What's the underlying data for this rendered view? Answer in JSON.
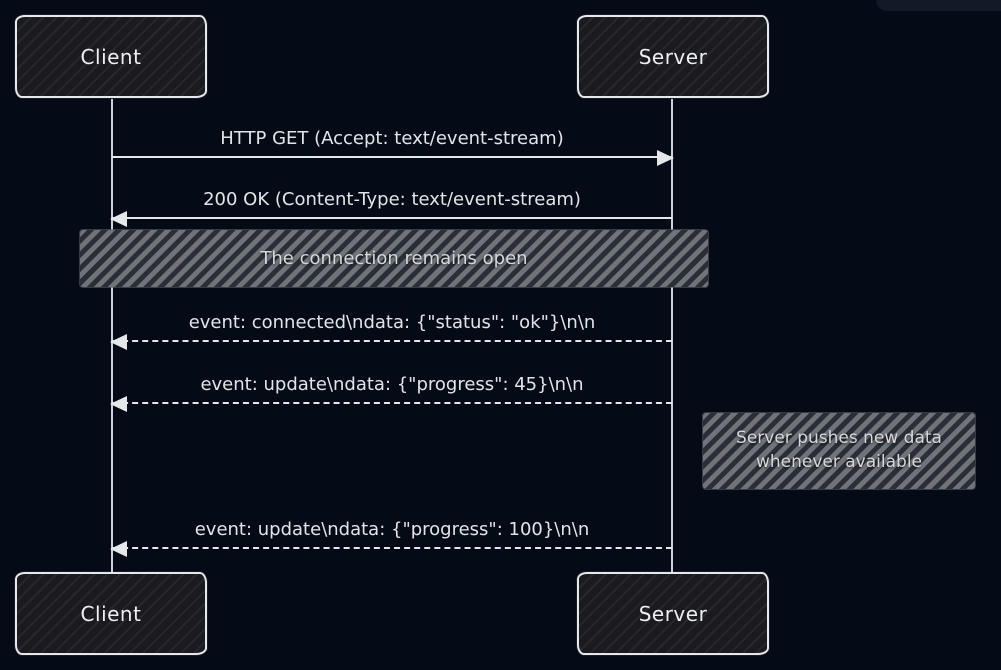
{
  "diagram": {
    "type": "sequence-diagram",
    "participants": {
      "client": "Client",
      "server": "Server"
    },
    "messages": [
      {
        "label": "HTTP GET (Accept: text/event-stream)",
        "from": "client",
        "to": "server",
        "style": "solid"
      },
      {
        "label": "200 OK (Content-Type: text/event-stream)",
        "from": "server",
        "to": "client",
        "style": "solid"
      },
      {
        "label": "event: connected\\ndata: {\"status\": \"ok\"}\\n\\n",
        "from": "server",
        "to": "client",
        "style": "dashed"
      },
      {
        "label": "event: update\\ndata: {\"progress\": 45}\\n\\n",
        "from": "server",
        "to": "client",
        "style": "dashed"
      },
      {
        "label": "event: update\\ndata: {\"progress\": 100}\\n\\n",
        "from": "server",
        "to": "client",
        "style": "dashed"
      }
    ],
    "notes": [
      {
        "text": "The connection remains open",
        "position": "over-both"
      },
      {
        "text": "Server pushes new data whenever available",
        "position": "right-of-server"
      }
    ],
    "colors": {
      "background": "#050b16",
      "actor_fill": "#1b1b1f",
      "actor_border": "#e7e8ec",
      "line": "#e6e7eb",
      "text": "#e2e4e9",
      "note_fill_light": "#717379",
      "note_fill_dark": "#2a2e37",
      "note_text": "#d6d8dc"
    }
  }
}
